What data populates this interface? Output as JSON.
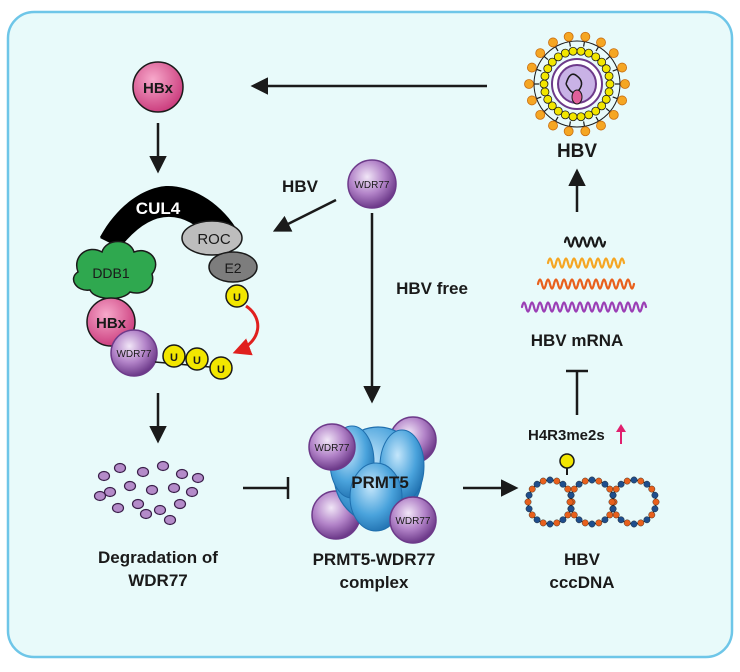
{
  "labels": {
    "hbx_top": "HBx",
    "hbv_virion": "HBV",
    "wdr77_free": "WDR77",
    "hbv_arrow": "HBV",
    "hbv_free": "HBV free",
    "cul4": "CUL4",
    "roc": "ROC",
    "ddb1": "DDB1",
    "e2": "E2",
    "hbx_complex": "HBx",
    "wdr77_complex": "WDR77",
    "ubiquitin": "U",
    "prmt5": "PRMT5",
    "wdr77_prmt_a": "WDR77",
    "wdr77_prmt_b": "WDR77",
    "prmt5_complex_line1": "PRMT5-WDR77",
    "prmt5_complex_line2": "complex",
    "degradation_line1": "Degradation of",
    "degradation_line2": "WDR77",
    "hbv_mrna": "HBV mRNA",
    "h4r3me2s": "H4R3me2s",
    "cccdna_line1": "HBV",
    "cccdna_line2": "cccDNA"
  },
  "colors": {
    "panel_fill": "#e8fafa",
    "panel_border": "#6ec6e8",
    "hbx": "#e0609a",
    "wdr77": "#9b5fb5",
    "cul4": "#000000",
    "roc": "#bdbdbd",
    "ddb1": "#2fa84f",
    "e2": "#7d7d7d",
    "ubiquitin": "#f2e600",
    "prmt5": "#4aa3dc",
    "red_arrow": "#e0201e",
    "up_arrow": "#e0206e",
    "mrna": [
      "#1a1a1a",
      "#f5a623",
      "#e8601c",
      "#9b3fb5"
    ]
  },
  "icons": {
    "virion": "hbv-virion-icon",
    "mrna": "mrna-wave-icon",
    "cccdna": "cccdna-chromatin-icon",
    "fragments": "degraded-fragments-icon"
  }
}
